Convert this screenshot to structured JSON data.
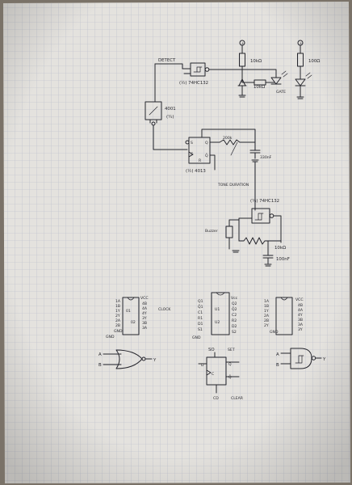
{
  "labels": {
    "detect": "DETECT",
    "ic_74hc132_top": "(½) 74HC132",
    "r_10k_top": "10kΩ",
    "r_10k_top_right": "100Ω",
    "r_10k_mid": "10kΩ",
    "gate": "GATE",
    "ic_4001": "4001",
    "ic_4001_part": "(¼)",
    "ic_4013": "(½) 4013",
    "pot_200k": "200k",
    "cap_330nf": "330nF",
    "tone_duration": "TONE DURATION",
    "ic_74hc132_mid": "(¼) 74HC132",
    "buzzer": "Buzzer",
    "r_10k_bottom": "10kΩ",
    "cap_100nf": "100nF",
    "vcc_1": "VCC",
    "gnd_1": "GND",
    "vcc_2": "Vcc",
    "gnd_2": "GND",
    "vcc_3": "VCC",
    "gnd_3": "GND",
    "pinout_4001_left": [
      "1A",
      "1B",
      "1Y",
      "2Y",
      "2A",
      "2B",
      "GND"
    ],
    "pinout_4001_right": [
      "4B",
      "4A",
      "4Y",
      "3Y",
      "3B",
      "3A"
    ],
    "pinout_4013_left": [
      "Q1",
      "Q̄1",
      "C1",
      "R1",
      "D1",
      "S1"
    ],
    "pinout_4013_right": [
      "Q2",
      "Q̄2",
      "C2",
      "R2",
      "D2",
      "S2"
    ],
    "pinout_132_left": [
      "1A",
      "1B",
      "1Y",
      "2A",
      "2B",
      "2Y"
    ],
    "pinout_132_right": [
      "4B",
      "4A",
      "4Y",
      "3B",
      "3A",
      "3Y"
    ],
    "clock_label": "CLOCK",
    "nor_a": "A",
    "nor_b": "B",
    "nor_y": "Y",
    "ff_so": "SO",
    "ff_set": "SET",
    "ff_d": "D",
    "ff_c": "C",
    "ff_q": "Q",
    "ff_qbar": "Q̄",
    "ff_cd": "CD",
    "ff_clear": "CLEAR",
    "nand_a": "A",
    "nand_b": "B",
    "nand_y": "Y"
  },
  "colors": {
    "paper": "#e4e2de",
    "grid": "#b8bcc9",
    "ink": "#25252c",
    "backdrop": "#7a7268"
  }
}
